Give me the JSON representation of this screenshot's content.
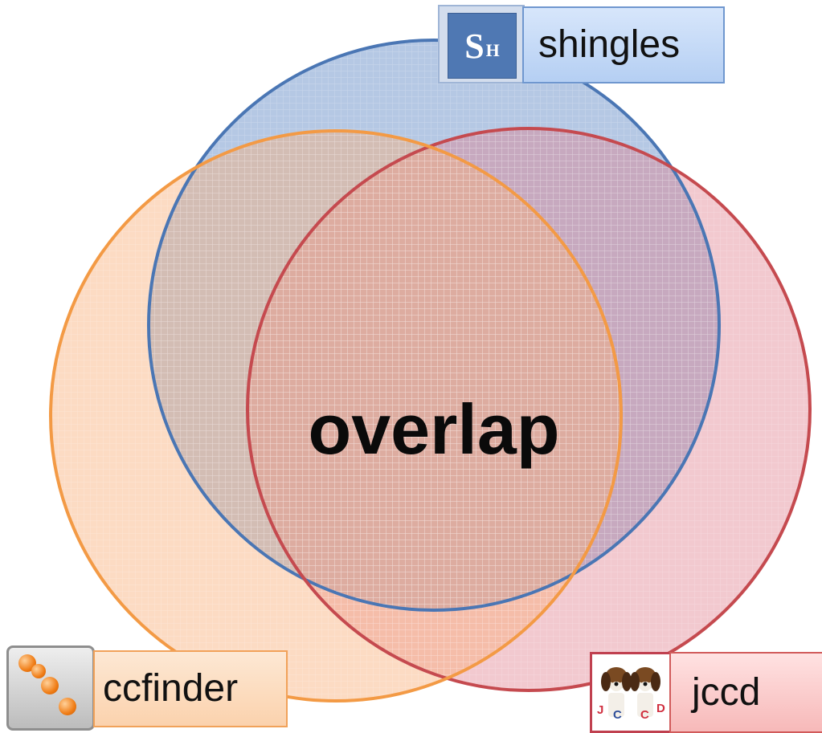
{
  "center_label": "overlap",
  "sets": [
    {
      "label": "shingles",
      "icon": "shingles-logo-icon",
      "icon_text_big": "S",
      "icon_text_small": "H",
      "fill": "#5b86c4",
      "stroke": "#4a76b4"
    },
    {
      "label": "ccfinder",
      "icon": "ccfinder-logo-icon",
      "fill": "#f8b888",
      "stroke": "#f39a45"
    },
    {
      "label": "jccd",
      "icon": "jccd-beagle-logo-icon",
      "icon_letters": [
        "J",
        "C",
        "C",
        "D"
      ],
      "fill": "#e79aa6",
      "stroke": "#c54a4f"
    }
  ]
}
